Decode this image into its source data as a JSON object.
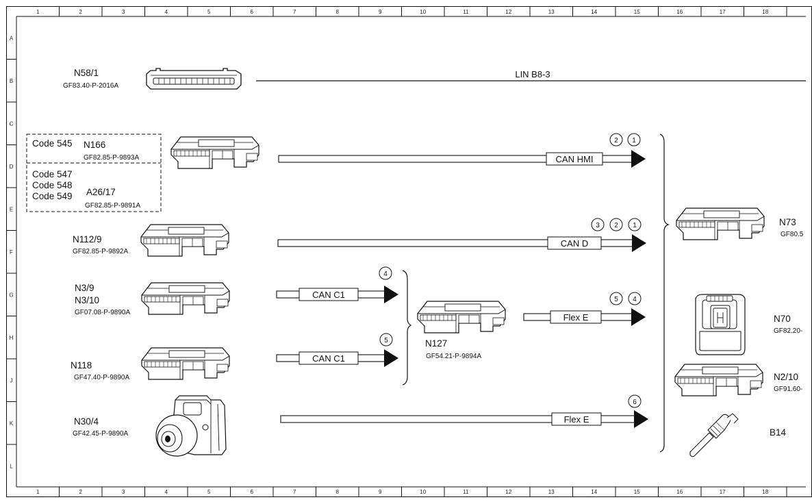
{
  "ruler": {
    "columns": [
      "1",
      "2",
      "3",
      "4",
      "5",
      "6",
      "7",
      "8",
      "9",
      "10",
      "11",
      "12",
      "13",
      "14",
      "15",
      "16",
      "17",
      "18"
    ],
    "rows": [
      "A",
      "B",
      "C",
      "D",
      "E",
      "F",
      "G",
      "H",
      "J",
      "K",
      "L"
    ]
  },
  "components": {
    "n58_1": {
      "id": "N58/1",
      "ref": "GF83.40-P-2016A"
    },
    "n166": {
      "id": "N166",
      "ref": "GF82.85-P-9893A",
      "code": "Code 545"
    },
    "a26_17": {
      "id": "A26/17",
      "ref": "GF82.85-P-9891A",
      "codes": [
        "Code 547",
        "Code 548",
        "Code 549"
      ]
    },
    "n112_9": {
      "id": "N112/9",
      "ref": "GF82.85-P-9892A"
    },
    "n3_9": {
      "id": "N3/9",
      "id2": "N3/10",
      "ref": "GF07.08-P-9890A"
    },
    "n118": {
      "id": "N118",
      "ref": "GF47.40-P-9890A"
    },
    "n30_4": {
      "id": "N30/4",
      "ref": "GF42.45-P-9890A"
    },
    "n127": {
      "id": "N127",
      "ref": "GF54.21-P-9894A"
    },
    "n73": {
      "id": "N73",
      "ref": "GF80.5"
    },
    "n70": {
      "id": "N70",
      "ref": "GF82.20-"
    },
    "n2_10": {
      "id": "N2/10",
      "ref": "GF91.60-"
    },
    "b14": {
      "id": "B14"
    }
  },
  "buses": {
    "lin": "LIN B8-3",
    "can_hmi": "CAN HMI",
    "can_d": "CAN D",
    "can_c1_top": "CAN C1",
    "can_c1_bottom": "CAN C1",
    "flex_e_n127": "Flex E",
    "flex_e_n30": "Flex E"
  },
  "markers": {
    "can_hmi": [
      "2",
      "1"
    ],
    "can_d": [
      "3",
      "2",
      "1"
    ],
    "can_c1_top": [
      "4"
    ],
    "can_c1_bottom": [
      "5"
    ],
    "flex_e_n127": [
      "5",
      "4"
    ],
    "flex_e_n30": [
      "6"
    ]
  }
}
